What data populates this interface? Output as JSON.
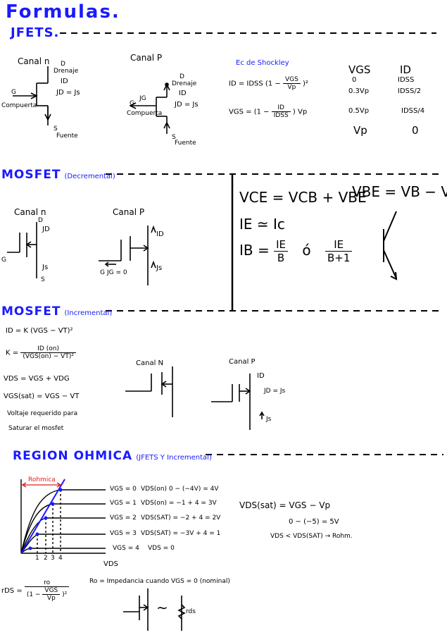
{
  "title": "Formulas.",
  "jfets": {
    "heading": "JFETS.",
    "canal_n": {
      "label": "Canal n",
      "drain": "D",
      "drenaje": "Drenaje",
      "id": "ID",
      "eq": "JD = Js",
      "gate": "G",
      "compuerta": "Compuerta",
      "source": "S",
      "fuente": "Fuente"
    },
    "canal_p": {
      "label": "Canal P",
      "drain": "D",
      "drenaje": "Drenaje",
      "id": "ID",
      "ig": "JG",
      "eq": "JD = Js",
      "gate": "G",
      "compuerta": "Compuerta",
      "source": "S",
      "fuente": "Fuente"
    },
    "shockley": {
      "heading": "Ec de Shockley",
      "id_lhs": "ID = IDSS",
      "id_frac_num": "VGS",
      "id_frac_den": "Vp",
      "id_open": "(1 −",
      "id_close": ")²",
      "vgs_lhs": "VGS =",
      "vgs_open": "(1 −",
      "vgs_frac_num": "ID",
      "vgs_frac_den": "IDSS",
      "vgs_close": ") Vp"
    },
    "table": {
      "headers": [
        "VGS",
        "ID"
      ],
      "rows": [
        [
          "0",
          "IDSS"
        ],
        [
          "0.3Vp",
          "IDSS/2"
        ],
        [
          "0.5Vp",
          "IDSS/4"
        ],
        [
          "Vp",
          "0"
        ]
      ]
    }
  },
  "mosfet_dec": {
    "heading": "MOSFET",
    "sub": "(Decremental)",
    "canal_n": {
      "label": "Canal n",
      "d": "D",
      "jd": "JD",
      "js": "Js",
      "g": "G",
      "s": "S"
    },
    "canal_p": {
      "label": "Canal P",
      "jd": "ID",
      "js": "Js",
      "g": "G",
      "jg": "JG = 0"
    }
  },
  "bjt": {
    "vce": "VCE = VCB + VBE",
    "vbe": "VBE = VB − VE",
    "ie": "IE ≃ Ic",
    "ib_lhs": "IB =",
    "frac1_num": "IE",
    "frac1_den": "B",
    "or": "ó",
    "frac2_num": "IE",
    "frac2_den": "B+1"
  },
  "mosfet_inc": {
    "heading": "MOSFET",
    "sub": "(Incremental)",
    "id_eq": "ID = K (VGS − VT)²",
    "k_lhs": "K =",
    "k_num": "ID (on)",
    "k_den": "(VGS(on) − VT)²",
    "vds_eq": "VDS = VGS + VDG",
    "vgs_sat": "VGS(sat) = VGS − VT",
    "note1": "Voltaje requerido para",
    "note2": "Saturar el mosfet",
    "canal_n": {
      "label": "Canal N"
    },
    "canal_p": {
      "label": "Canal P",
      "id": "ID",
      "eq": "JD = Js",
      "js": "Js"
    }
  },
  "region": {
    "heading": "REGION OHMICA",
    "sub": "(JFETS Y Incremental)",
    "rohmica": "Rohmica",
    "curves": [
      {
        "vgs": "VGS = 0",
        "formula": "VDS(on) 0 − (−4V) = 4V"
      },
      {
        "vgs": "VGS = 1",
        "formula": "VDS(on) = −1 + 4 = 3V"
      },
      {
        "vgs": "VGS = 2",
        "formula": "VDS(SAT) = −2 + 4 = 2V"
      },
      {
        "vgs": "VGS = 3",
        "formula": "VDS(SAT) = −3V + 4 = 1"
      },
      {
        "vgs": "VGS = 4",
        "formula": "VDS = 0"
      }
    ],
    "x_ticks": [
      "1",
      "2",
      "3",
      "4"
    ],
    "x_label": "VDS",
    "vds_sat": "VDS(sat) = VGS − Vp",
    "vds_sat2": "0 − (−5) = 5V",
    "vds_sat3": "VDS < VDS(SAT) → Rohm.",
    "rds_lhs": "rDS =",
    "rds_num": "ro",
    "rds_den_open": "(1 −",
    "rds_den_frac_num": "VGS",
    "rds_den_frac_den": "Vp",
    "rds_den_close": ")²",
    "ro_def": "Ro = Impedancia cuando VGS = 0 (nominal)",
    "tilde": "∼",
    "rds_label": "rds"
  }
}
